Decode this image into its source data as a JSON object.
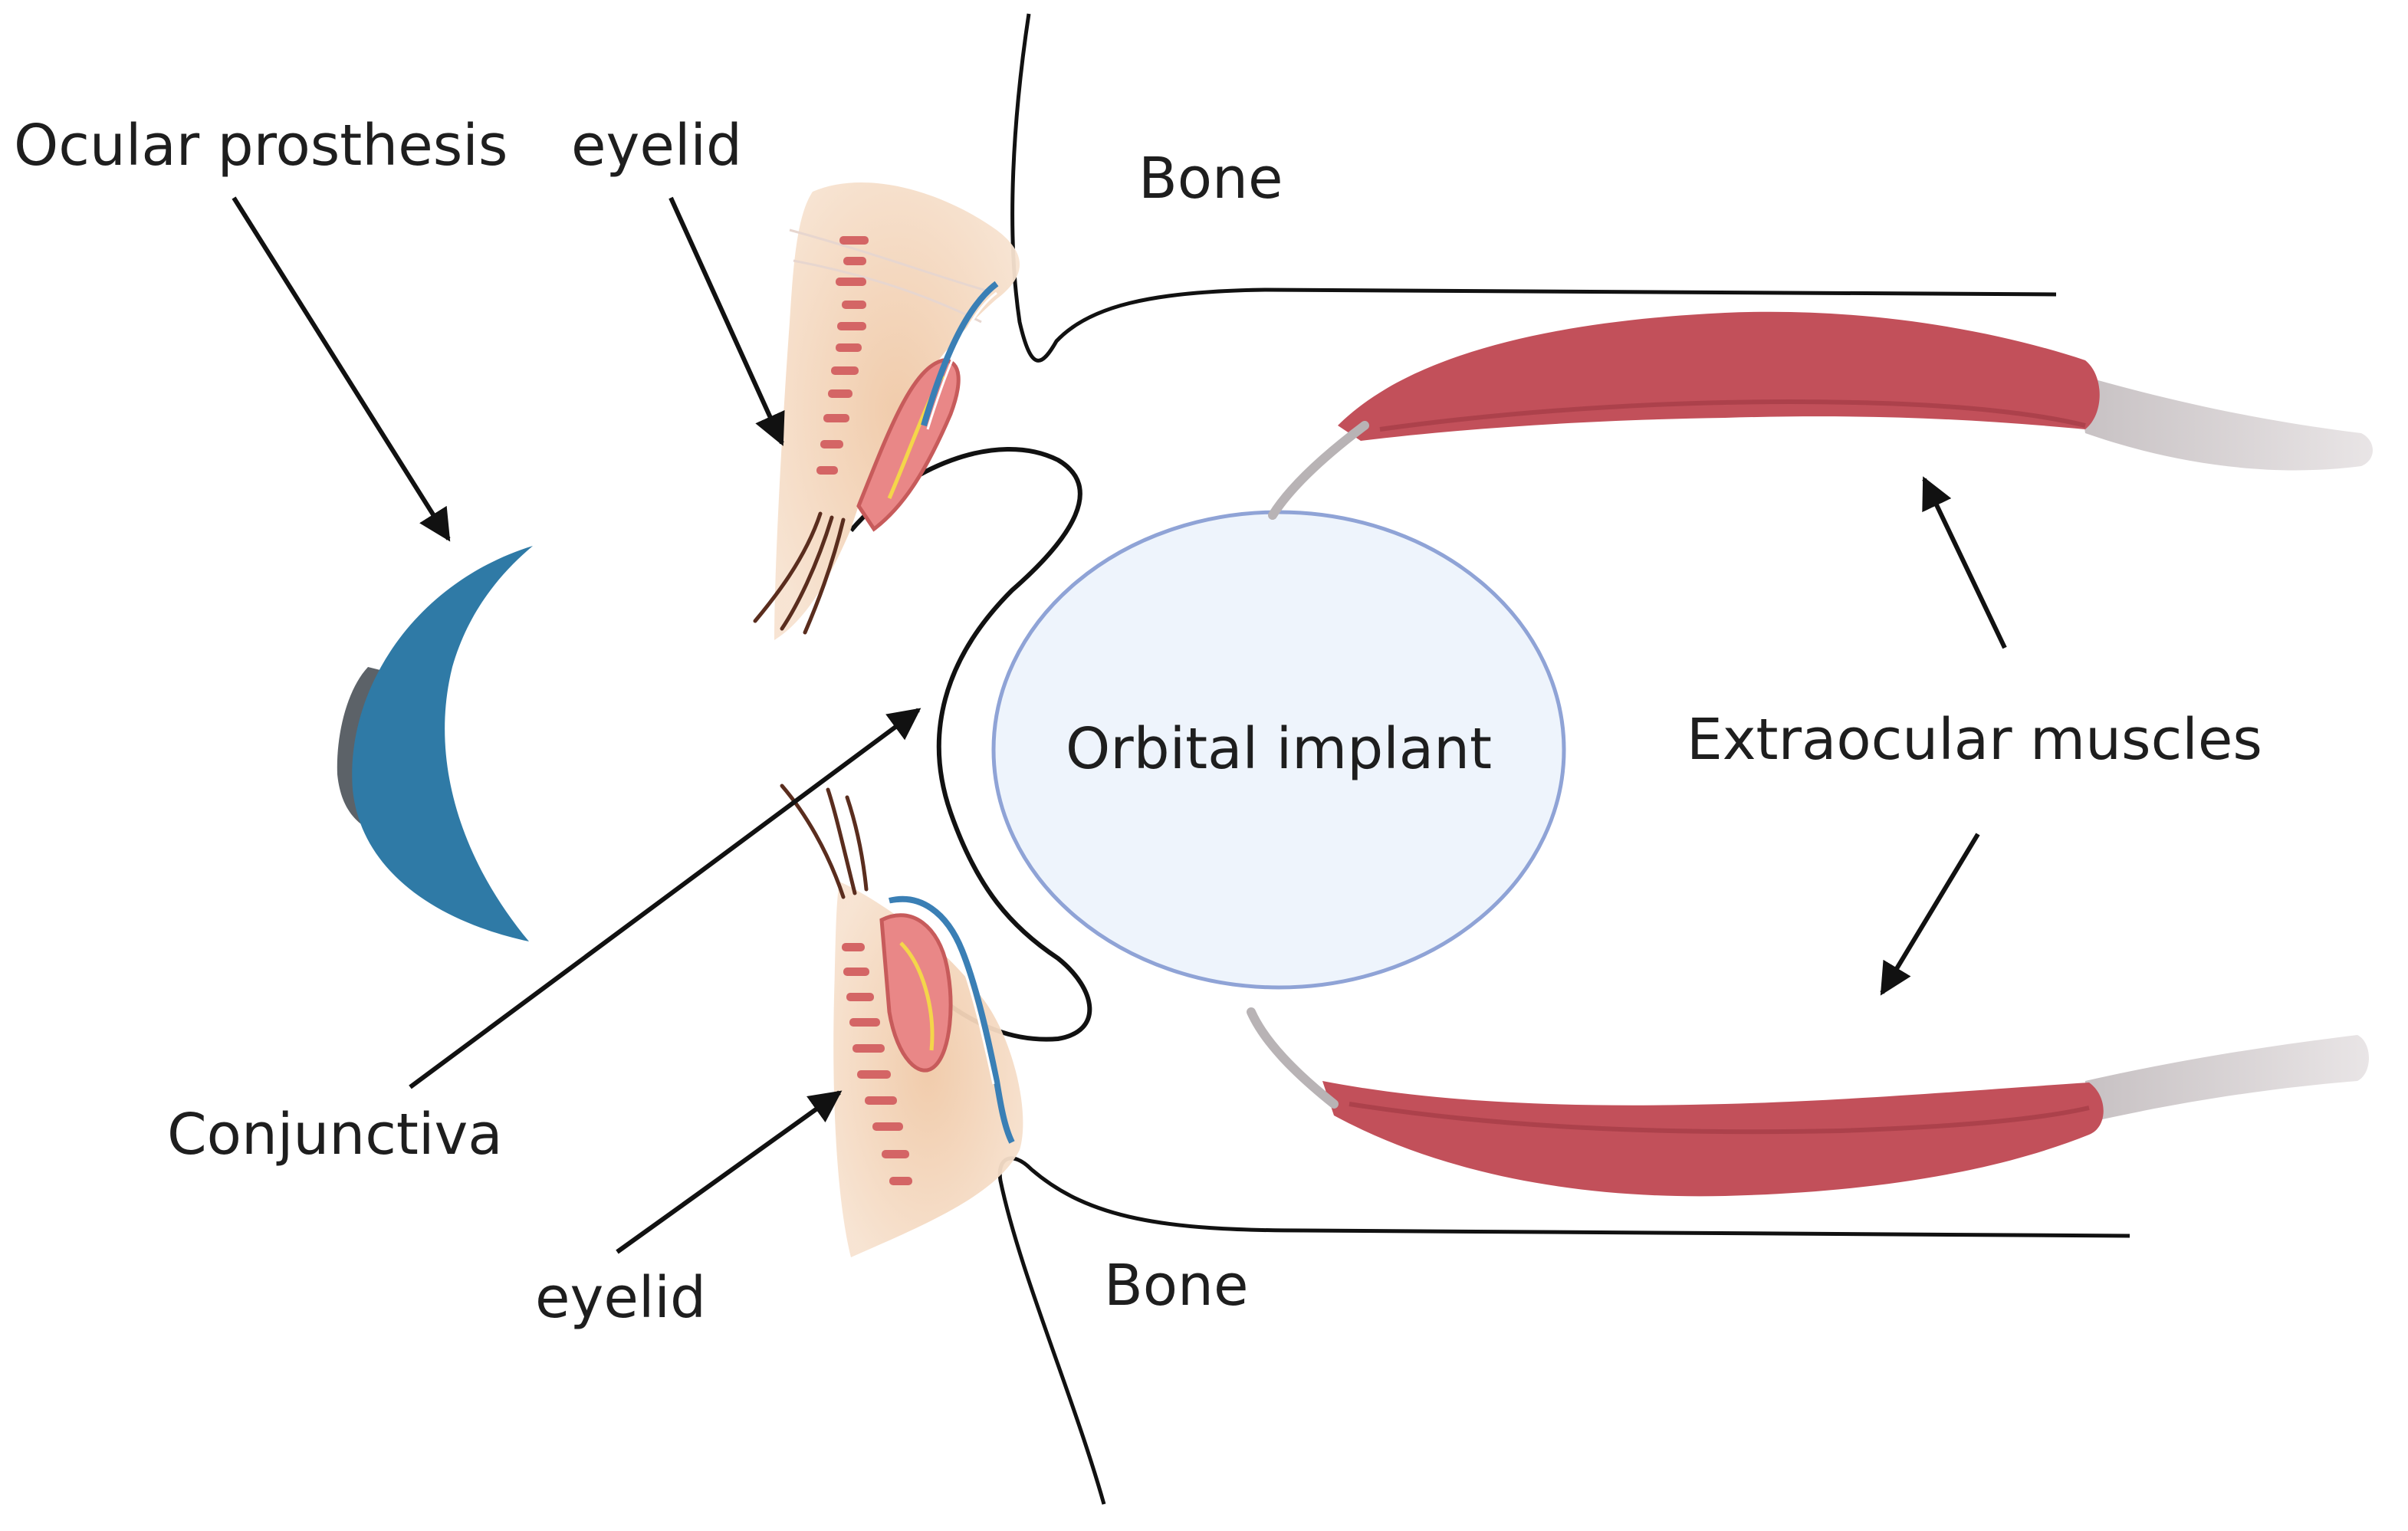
{
  "labels": {
    "ocular_prosthesis": "Ocular prosthesis",
    "eyelid_upper": "eyelid",
    "bone_upper": "Bone",
    "orbital_implant": "Orbital implant",
    "extraocular_muscles": "Extraocular muscles",
    "conjunctiva": "Conjunctiva",
    "eyelid_lower": "eyelid",
    "bone_lower": "Bone"
  },
  "colors": {
    "prosthesis_blue": "#2f7aa6",
    "prosthesis_gray": "#5c6268",
    "implant_fill": "#eef4fc",
    "implant_stroke": "#8fa3d6",
    "muscle_red": "#c2505a",
    "muscle_dark": "#9a3540",
    "tendon_gray": "#cbc6c8",
    "eyelid_skin": "#f2d2b4",
    "eyelid_muscle": "#d46565",
    "eyelid_blue": "#3a7fb5",
    "line": "#111111"
  }
}
